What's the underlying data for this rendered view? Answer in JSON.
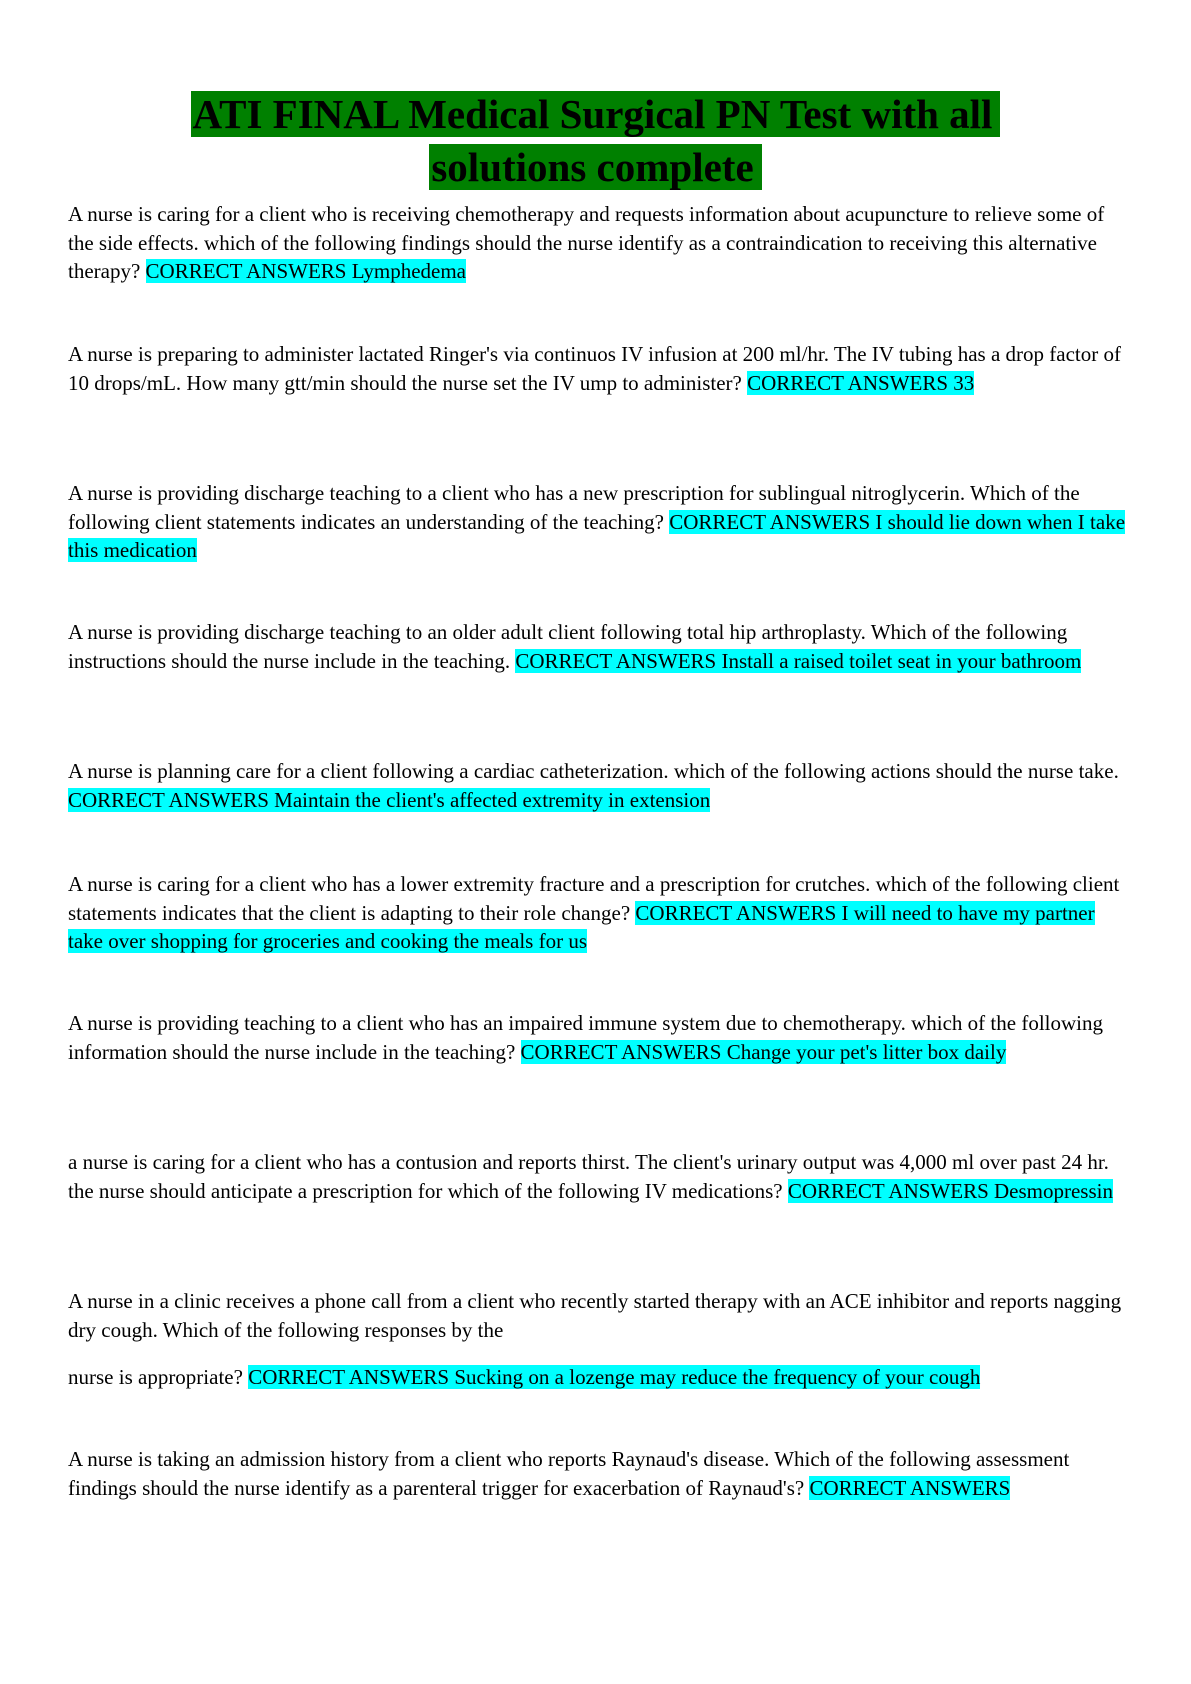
{
  "title": {
    "line1": "ATI FINAL Medical Surgical PN Test with all",
    "line2": "solutions complete"
  },
  "highlight_colors": {
    "title": "#008000",
    "answer": "#00ffff"
  },
  "items": [
    {
      "question": "A nurse is caring for a client who is receiving chemotherapy and requests information about acupuncture to relieve some of the side effects. which of the following findings should the nurse identify as a contraindication to receiving this alternative therapy?",
      "answer": "CORRECT ANSWERS Lymphedema"
    },
    {
      "question": "A nurse is preparing to administer lactated Ringer's via continuos IV infusion at 200 ml/hr. The IV tubing has a drop factor of 10 drops/mL. How many gtt/min should the nurse set the IV ump to administer?",
      "answer": "CORRECT ANSWERS 33"
    },
    {
      "question": "A nurse is providing discharge teaching to a client who has a new prescription for sublingual nitroglycerin. Which of the following client statements indicates an understanding of the teaching?",
      "answer": "CORRECT ANSWERS I should lie down when I take this medication"
    },
    {
      "question": "A nurse is providing discharge teaching to an older adult client following total hip arthroplasty. Which of the following instructions should the nurse include in the teaching.",
      "answer": "CORRECT ANSWERS Install a raised toilet seat in your bathroom"
    },
    {
      "question": "A nurse is planning care for a client following a cardiac catheterization. which of the following actions should the nurse take.",
      "answer": "CORRECT ANSWERS Maintain the client's affected extremity in extension"
    },
    {
      "question": "A nurse is caring for a client who has a lower extremity fracture and a prescription for crutches. which of the following client statements indicates that the client is adapting to their role change?",
      "answer": "CORRECT ANSWERS I will need to have my partner take over shopping for groceries and cooking the meals for us"
    },
    {
      "question": "A nurse is providing teaching to a client who has an impaired immune system due to chemotherapy. which of the following information should the nurse include in the teaching?",
      "answer": "CORRECT ANSWERS Change your pet's litter box daily"
    },
    {
      "question": "a nurse is caring for a client who has a contusion and reports thirst. The client's urinary output was 4,000 ml over past 24 hr. the nurse should anticipate a prescription for which of the following IV medications?",
      "answer": "CORRECT ANSWERS Desmopressin"
    },
    {
      "question": "A nurse in a clinic receives a phone call from a client who recently started therapy with an ACE inhibitor and reports nagging dry cough. Which of the following responses by the",
      "question_cont": "nurse is appropriate?",
      "answer": "CORRECT ANSWERS Sucking on a lozenge may reduce the frequency of your cough"
    },
    {
      "question": "A nurse is taking an admission history from a client who reports Raynaud's disease. Which of the following assessment findings should the nurse identify as a parenteral trigger for exacerbation of Raynaud's?",
      "answer": "CORRECT ANSWERS "
    }
  ]
}
